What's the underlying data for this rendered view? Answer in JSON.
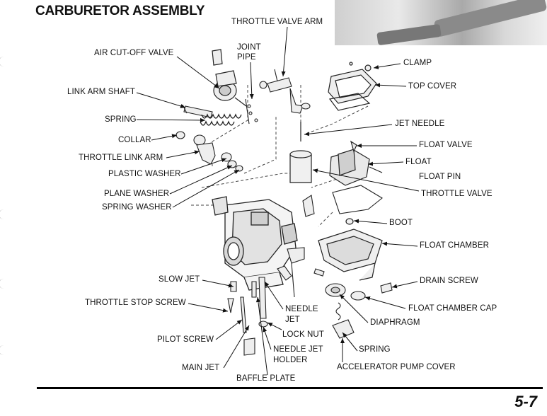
{
  "page": {
    "title": "CARBURETOR ASSEMBLY",
    "page_number": "5-7"
  },
  "labels": {
    "throttle_valve_arm": "THROTTLE VALVE ARM",
    "joint_pipe_line1": "JOINT",
    "joint_pipe_line2": "PIPE",
    "air_cutoff_valve": "AIR CUT-OFF VALVE",
    "link_arm_shaft": "LINK ARM SHAFT",
    "spring_left": "SPRING",
    "collar": "COLLAR",
    "throttle_link_arm": "THROTTLE LINK ARM",
    "plastic_washer": "PLASTIC WASHER",
    "plane_washer": "PLANE WASHER",
    "spring_washer": "SPRING WASHER",
    "clamp": "CLAMP",
    "top_cover": "TOP COVER",
    "jet_needle": "JET NEEDLE",
    "float_valve": "FLOAT VALVE",
    "float": "FLOAT",
    "float_pin": "FLOAT PIN",
    "throttle_valve": "THROTTLE VALVE",
    "boot": "BOOT",
    "float_chamber": "FLOAT CHAMBER",
    "slow_jet": "SLOW JET",
    "throttle_stop_screw": "THROTTLE STOP SCREW",
    "drain_screw": "DRAIN SCREW",
    "needle_jet_line1": "NEEDLE",
    "needle_jet_line2": "JET",
    "float_chamber_cap": "FLOAT CHAMBER CAP",
    "diaphragm": "DIAPHRAGM",
    "lock_nut": "LOCK NUT",
    "pilot_screw": "PILOT SCREW",
    "needle_jet_holder_line1": "NEEDLE JET",
    "needle_jet_holder_line2": "HOLDER",
    "spring_bottom": "SPRING",
    "main_jet": "MAIN JET",
    "accelerator_pump_cover": "ACCELERATOR PUMP COVER",
    "baffle_plate": "BAFFLE PLATE"
  }
}
